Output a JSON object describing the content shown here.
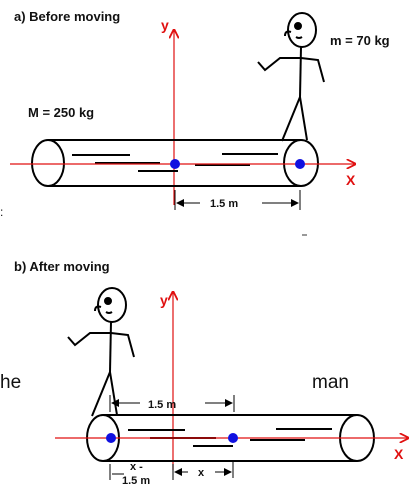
{
  "panel_a": {
    "title": "a) Before moving",
    "man_mass": "m = 70 kg",
    "log_mass": "M = 250 kg",
    "distance": "1.5 m",
    "x_axis": "X",
    "y_axis": "y"
  },
  "panel_b": {
    "title": "b) After moving",
    "distance": "1.5 m",
    "x_axis": "X",
    "y_axis": "y",
    "offset_top": "x -",
    "offset_bottom": "1.5 m",
    "offset_x": "x"
  },
  "text_fragments": {
    "left": "he",
    "right": "man"
  },
  "colors": {
    "axis": "#e01010",
    "com_dot": "#1010e0",
    "stroke": "#000000"
  }
}
